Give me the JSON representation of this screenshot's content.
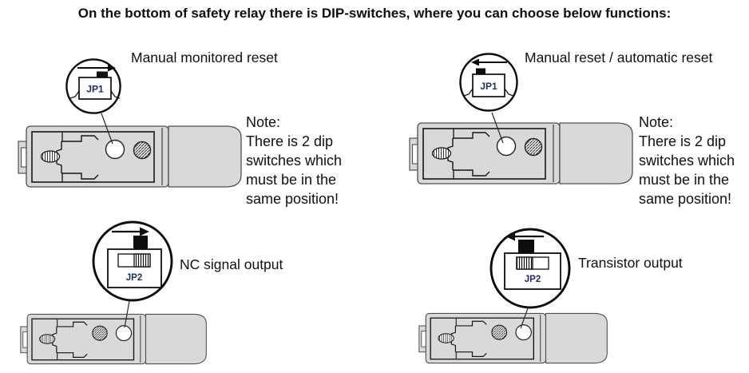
{
  "title": "On the bottom of safety relay there is DIP-switches, where you can choose below functions:",
  "quadrants": {
    "top_left": {
      "jumper_label": "JP1",
      "arrow_direction": "right",
      "function_label": "Manual monitored reset",
      "note": "Note:\nThere is 2 dip\nswitches which\nmust be in the\nsame position!"
    },
    "top_right": {
      "jumper_label": "JP1",
      "arrow_direction": "left",
      "function_label": "Manual reset / automatic reset",
      "note": "Note:\nThere is 2 dip\nswitches which\nmust be in the\nsame position!"
    },
    "bottom_left": {
      "jumper_label": "JP2",
      "arrow_direction": "right",
      "function_label": "NC signal output"
    },
    "bottom_right": {
      "jumper_label": "JP2",
      "arrow_direction": "left",
      "function_label": "Transistor output"
    }
  },
  "colors": {
    "jumper_text": "#1b2f6b",
    "device_fill": "#d9d9d9",
    "line_dark": "#161616",
    "text": "#101010"
  }
}
